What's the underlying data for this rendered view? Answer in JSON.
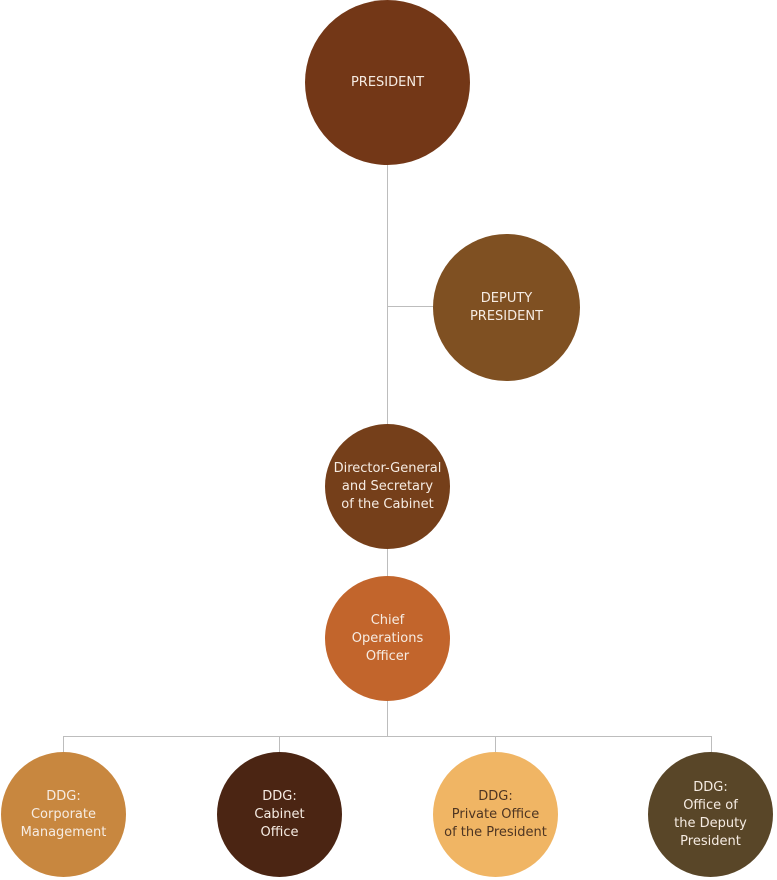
{
  "chart": {
    "title": "",
    "nodes": {
      "president": {
        "label": "PRESIDENT",
        "fill": "#733717",
        "text_color": "#f6ece3"
      },
      "deputy_president": {
        "label": "DEPUTY\nPRESIDENT",
        "fill": "#7f5022",
        "text_color": "#f6ece3"
      },
      "director_general": {
        "label": "Director-General\nand Secretary\nof the Cabinet",
        "fill": "#753f1a",
        "text_color": "#f6ece3"
      },
      "coo": {
        "label": "Chief\nOperations\nOfficer",
        "fill": "#c2652c",
        "text_color": "#f6ece3"
      },
      "ddg_corporate": {
        "label": "DDG:\nCorporate\nManagement",
        "fill": "#c8873f",
        "text_color": "#f6ece3"
      },
      "ddg_cabinet": {
        "label": "DDG:\nCabinet\nOffice",
        "fill": "#4b2513",
        "text_color": "#f6ece3"
      },
      "ddg_private": {
        "label": "DDG:\nPrivate Office\nof the President",
        "fill": "#f0b564",
        "text_color": "#4e3522"
      },
      "ddg_deputy_office": {
        "label": "DDG:\nOffice of\nthe Deputy\nPresident",
        "fill": "#594628",
        "text_color": "#f6ece3"
      }
    },
    "connector_color": "#bdbdbd"
  }
}
